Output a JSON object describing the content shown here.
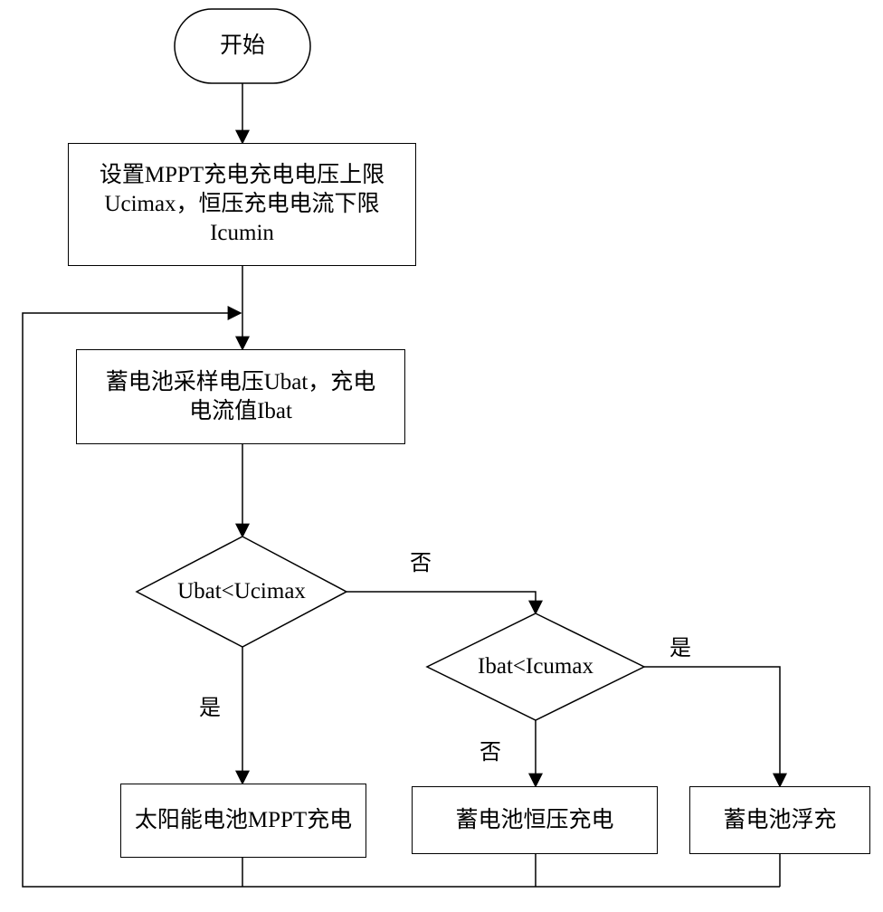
{
  "flowchart": {
    "start": "开始",
    "init": "设置MPPT充电充电电压上限Ucimax，恒压充电电流下限Icumin",
    "sample": "蓄电池采样电压Ubat，充电电流值Ibat",
    "decision1": "Ubat<Ucimax",
    "decision2": "Ibat<Icumax",
    "mppt_charge": "太阳能电池MPPT充电",
    "cv_charge": "蓄电池恒压充电",
    "float_charge": "蓄电池浮充",
    "labels": {
      "d1_no": "否",
      "d1_yes": "是",
      "d2_yes": "是",
      "d2_no": "否"
    }
  }
}
